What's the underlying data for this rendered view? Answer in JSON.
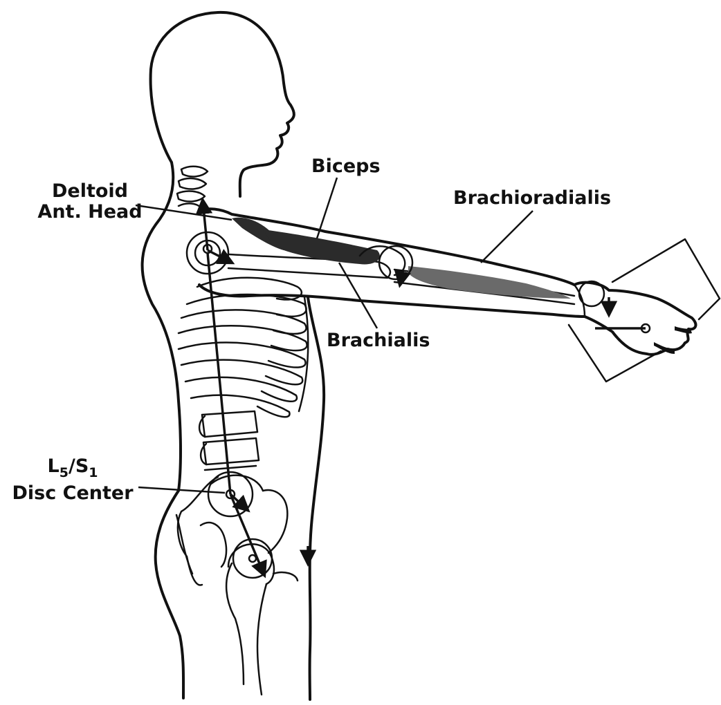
{
  "labels": {
    "deltoid_line1": "Deltoid",
    "deltoid_line2": "Ant. Head",
    "biceps": "Biceps",
    "brachioradialis": "Brachioradialis",
    "brachialis": "Brachialis",
    "disc_l": "L",
    "disc_l_sub": "5",
    "disc_s": "/S",
    "disc_s_sub": "1",
    "disc_line2": "Disc Center"
  },
  "colors": {
    "ink": "#111111",
    "muscle_dark": "#2b2b2b",
    "muscle_gray": "#6a6a6a"
  }
}
